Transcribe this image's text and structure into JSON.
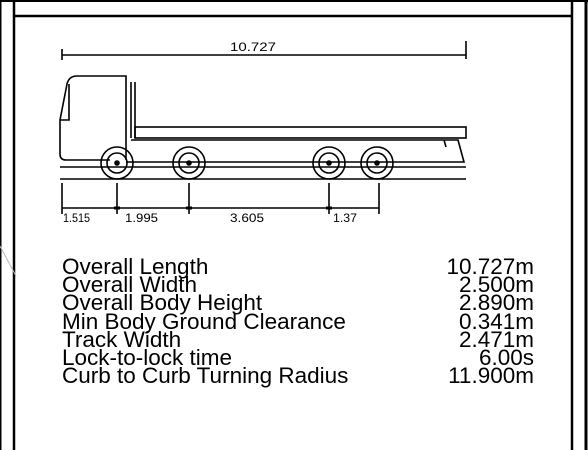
{
  "diagram": {
    "overall_length_label": "10.727",
    "segments": [
      {
        "label": "1.515"
      },
      {
        "label": "1.995"
      },
      {
        "label": "3.605"
      },
      {
        "label": "1.37"
      }
    ],
    "stroke_color": "#000000",
    "background_color": "#ffffff"
  },
  "specs": [
    {
      "label": "Overall Length",
      "value": "10.727m"
    },
    {
      "label": "Overall Width",
      "value": "2.500m"
    },
    {
      "label": "Overall Body Height",
      "value": "2.890m"
    },
    {
      "label": "Min Body Ground Clearance",
      "value": "0.341m"
    },
    {
      "label": "Track Width",
      "value": "2.471m"
    },
    {
      "label": "Lock-to-lock time",
      "value": "6.00s"
    },
    {
      "label": "Curb to Curb Turning Radius",
      "value": "11.900m"
    }
  ]
}
